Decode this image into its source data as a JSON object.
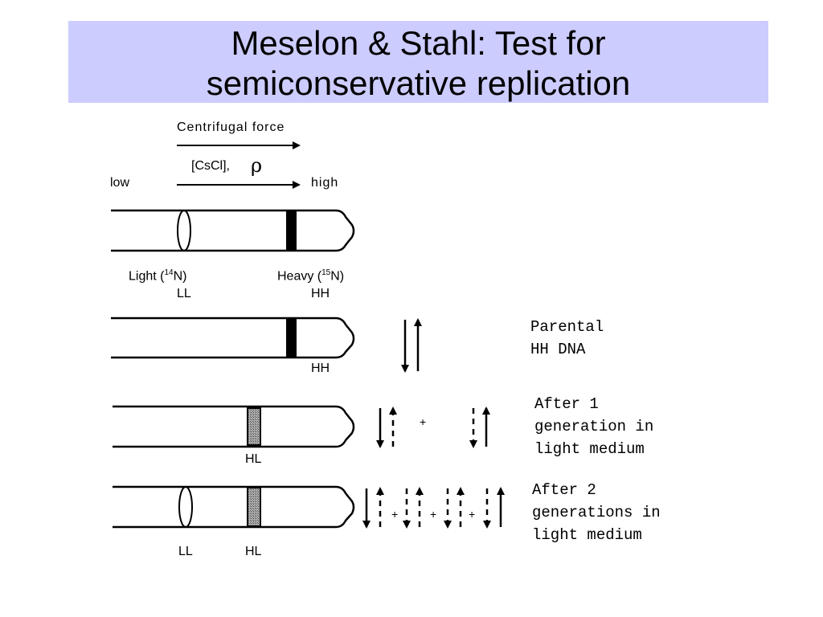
{
  "title": {
    "line1": "Meselon & Stahl: Test for",
    "line2": "semiconservative replication"
  },
  "axis": {
    "force_label": "Centrifugal force",
    "cscl_label": "[CsCl],",
    "rho_symbol": "ρ",
    "low_label": "low",
    "high_label": "high"
  },
  "reference_tube": {
    "light_label": "Light (",
    "light_isotope_mass": "14",
    "light_isotope_tail": "N)",
    "heavy_label": "Heavy (",
    "heavy_isotope_mass": "15",
    "heavy_isotope_tail": "N)",
    "ll_label": "LL",
    "hh_label": "HH"
  },
  "generations": [
    {
      "band_label": "HH",
      "note": "Parental\nHH DNA"
    },
    {
      "band_label": "HL",
      "note": "After 1\ngeneration in\nlight medium"
    },
    {
      "band_labels": [
        "LL",
        "HL"
      ],
      "note": "After 2\ngenerations in\nlight medium"
    }
  ],
  "plus_sign": "+",
  "colors": {
    "title_band": "#ccccff",
    "heavy_band": "#000000",
    "hybrid_band": "#888888"
  }
}
